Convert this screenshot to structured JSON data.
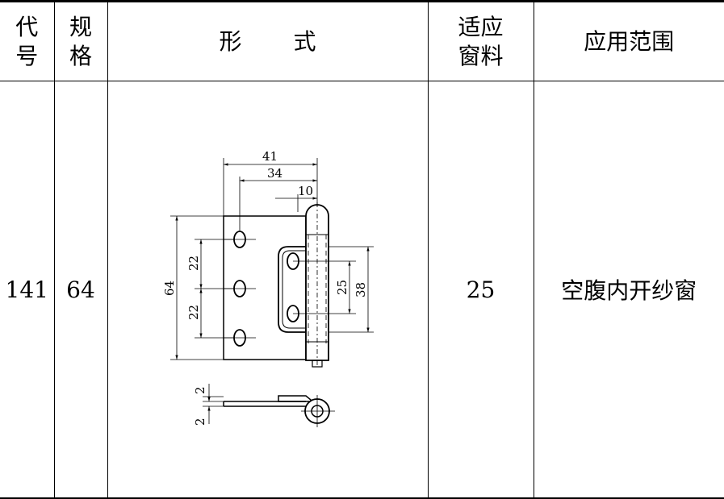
{
  "table": {
    "headers": {
      "code": [
        "代",
        "号"
      ],
      "spec": [
        "规",
        "格"
      ],
      "form": "形式",
      "material": [
        "适应",
        "窗料"
      ],
      "scope": "应用范围"
    },
    "rows": [
      {
        "code": "141",
        "spec": "64",
        "material": "25",
        "scope": "空腹内开纱窗"
      }
    ]
  },
  "drawing": {
    "dimensions": {
      "overall_width": "41",
      "hole_to_knuckle": "34",
      "knuckle_width": "10",
      "leaf_height": "64",
      "left_pitch_upper": "22",
      "left_pitch_lower": "22",
      "slot_spacing": "25",
      "right_leaf_height": "38",
      "top_thickness": "2",
      "bottom_thickness": "2"
    }
  }
}
